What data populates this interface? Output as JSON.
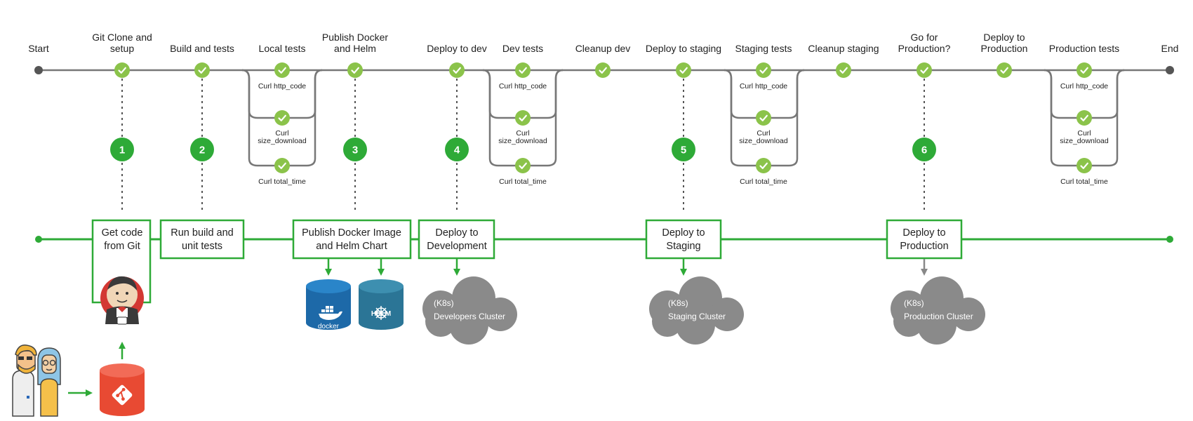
{
  "pipeline": {
    "stages": [
      {
        "id": "start",
        "lines": [
          "Start"
        ]
      },
      {
        "id": "git-clone",
        "lines": [
          "Git Clone and",
          "setup"
        ]
      },
      {
        "id": "build-tests",
        "lines": [
          "Build and tests"
        ]
      },
      {
        "id": "local-tests",
        "lines": [
          "Local tests"
        ]
      },
      {
        "id": "publish",
        "lines": [
          "Publish Docker",
          "and Helm"
        ]
      },
      {
        "id": "deploy-dev",
        "lines": [
          "Deploy to dev"
        ]
      },
      {
        "id": "dev-tests",
        "lines": [
          "Dev tests"
        ]
      },
      {
        "id": "cleanup-dev",
        "lines": [
          "Cleanup dev"
        ]
      },
      {
        "id": "deploy-staging",
        "lines": [
          "Deploy to staging"
        ]
      },
      {
        "id": "staging-tests",
        "lines": [
          "Staging tests"
        ]
      },
      {
        "id": "cleanup-staging",
        "lines": [
          "Cleanup staging"
        ]
      },
      {
        "id": "go-prod",
        "lines": [
          "Go for",
          "Production?"
        ]
      },
      {
        "id": "deploy-prod",
        "lines": [
          "Deploy to",
          "Production"
        ]
      },
      {
        "id": "prod-tests",
        "lines": [
          "Production tests"
        ]
      },
      {
        "id": "end",
        "lines": [
          "End"
        ]
      }
    ],
    "test_checks": [
      {
        "lines": [
          "Curl http_code"
        ]
      },
      {
        "lines": [
          "Curl",
          "size_download"
        ]
      },
      {
        "lines": [
          "Curl total_time"
        ]
      }
    ],
    "steps": [
      "1",
      "2",
      "3",
      "4",
      "5",
      "6"
    ]
  },
  "flow": {
    "boxes": [
      {
        "id": "get-code",
        "lines": [
          "Get code",
          "from Git"
        ]
      },
      {
        "id": "run-build",
        "lines": [
          "Run build and",
          "unit tests"
        ]
      },
      {
        "id": "publish-image",
        "lines": [
          "Publish Docker Image",
          "and Helm Chart"
        ]
      },
      {
        "id": "deploy-development",
        "lines": [
          "Deploy to",
          "Development"
        ]
      },
      {
        "id": "deploy-staging",
        "lines": [
          "Deploy to",
          "Staging"
        ]
      },
      {
        "id": "deploy-production",
        "lines": [
          "Deploy to",
          "Production"
        ]
      }
    ],
    "clouds": [
      {
        "id": "developers",
        "lines": [
          "(K8s)",
          "Developers Cluster"
        ]
      },
      {
        "id": "staging",
        "lines": [
          "(K8s)",
          "Staging Cluster"
        ]
      },
      {
        "id": "production",
        "lines": [
          "(K8s)",
          "Production Cluster"
        ]
      }
    ],
    "repos": {
      "docker_label": "docker",
      "helm_label": "HELM"
    }
  },
  "colors": {
    "green": "#2eaa37",
    "check": "#8bc34a",
    "gray": "#777777",
    "cloud": "#8a8a8a",
    "docker": "#1d69a8",
    "helm": "#2b7596",
    "git": "#e84a33"
  }
}
